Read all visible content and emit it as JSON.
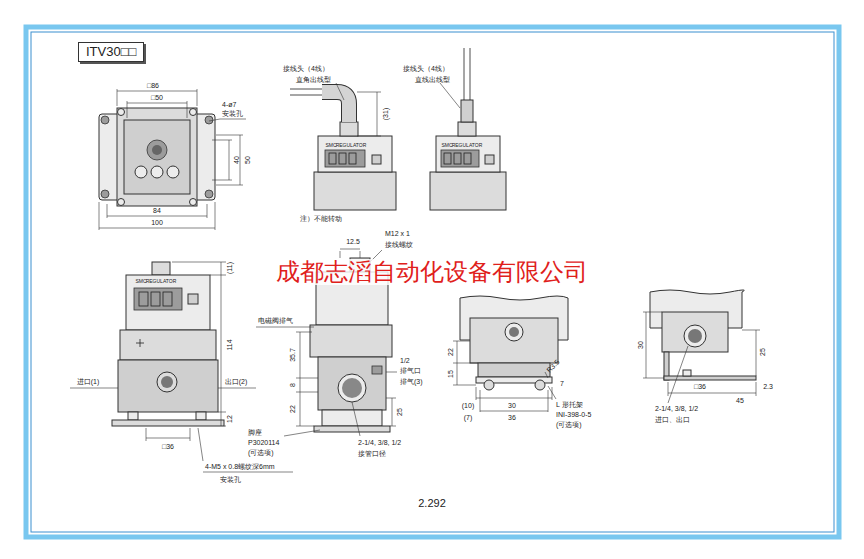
{
  "diagram": {
    "nodes": [
      {
        "text": [
          "ITV30□□"
        ]
      }
    ],
    "labels": [
      "□86",
      "□50",
      "4-ø7",
      "安装孔",
      "40",
      "50",
      "84",
      "100",
      "接线头（4线）",
      "直角出线型",
      "(31)",
      "SMC",
      "REGULATOR",
      "注）不能转动",
      "接线头（4线）",
      "直线出线型",
      "SMC",
      "REGULATOR",
      "成都志滔自动化设备有限公司",
      "12.5",
      "M12 x 1",
      "接线螺纹",
      "SMC",
      "REGULATOR",
      "(11)",
      "114",
      "进口(1)",
      "出口(2)",
      "12",
      "□36",
      "4-M5 x 0.8螺纹深6mm",
      "安装孔",
      "电磁阀排气",
      "35.7",
      "8",
      "22",
      "1/2",
      "排气口",
      "排气(3)",
      "25",
      "脚座",
      "P3020114",
      "(可选项)",
      "2-1/4, 3/8, 1/2",
      "接管口径",
      "22",
      "15",
      "R3.5",
      "7",
      "(10)",
      "30",
      "(7)",
      "36",
      "L 形托架",
      "INI-398-0-5",
      "(可选项)",
      "30",
      "25",
      "□36",
      "2.3",
      "45",
      "2-1/4, 3/8, 1/2",
      "进口、出口",
      "2.292"
    ]
  }
}
